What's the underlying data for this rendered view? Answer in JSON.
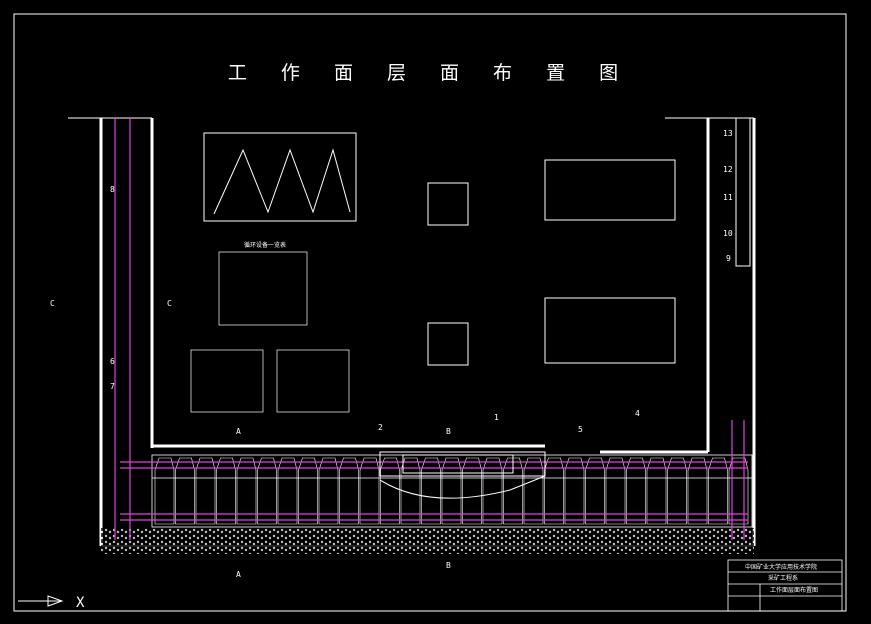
{
  "title": "工 作 面 层 面 布 置 图",
  "colors": {
    "background": "#000000",
    "line": "#ffffff",
    "equipment": "#e040e0",
    "highlight": "#ff40ff"
  },
  "callouts": {
    "n1": "1",
    "n2": "2",
    "n4": "4",
    "n5": "5",
    "n6": "6",
    "n7": "7",
    "n8": "8",
    "n9": "9",
    "n10": "10",
    "n11": "11",
    "n12": "12",
    "n13": "13"
  },
  "sections": {
    "a": "A",
    "b": "B",
    "c": "C"
  },
  "title_block": {
    "school": "中国矿业大学应用技术学院",
    "dept": "采矿工程系",
    "drawing_name": "工作面层面布置图"
  },
  "table_caption": "循环设备一览表",
  "axis_marker": "X"
}
